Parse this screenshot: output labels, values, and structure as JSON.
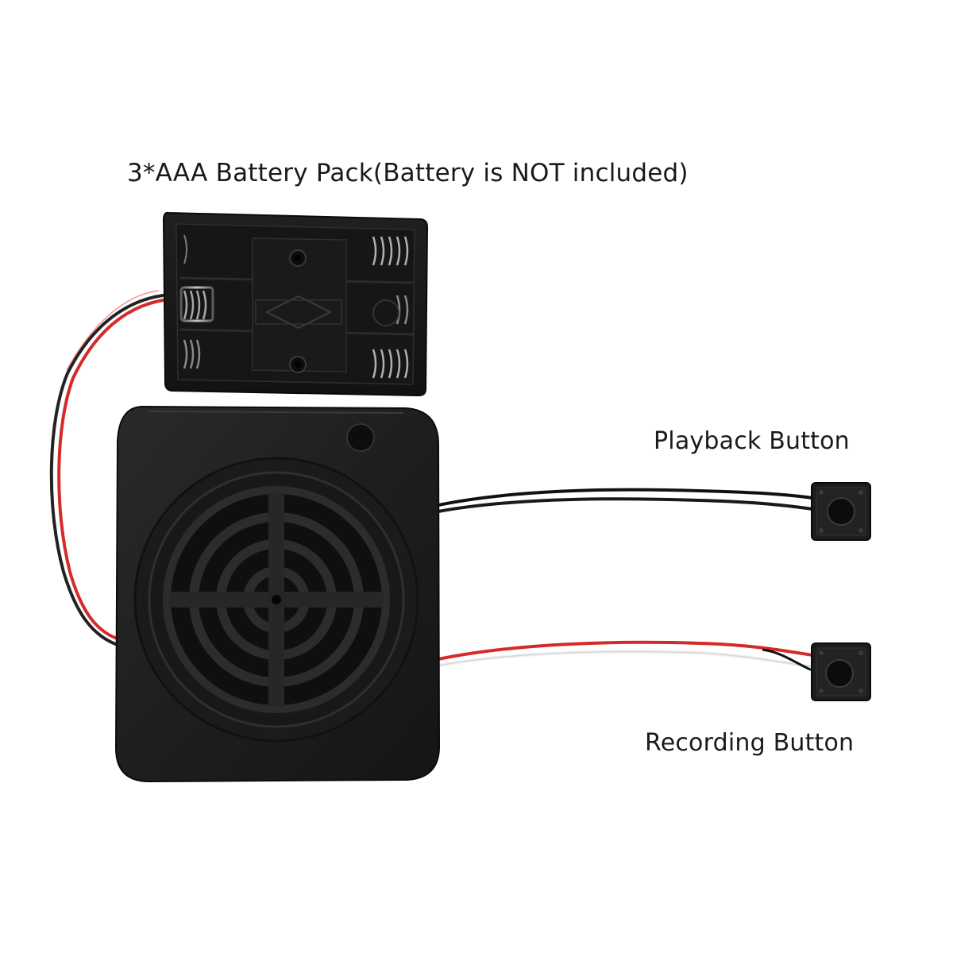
{
  "labels": {
    "battery_pack": "3*AAA Battery Pack(Battery is NOT included)",
    "playback_button": "Playback Button",
    "recording_button": "Recording Button"
  },
  "colors": {
    "background": "#ffffff",
    "plastic_black": "#1c1c1c",
    "wire_red": "#d42a2a",
    "wire_black": "#111111",
    "wire_white": "#f2f2f2",
    "spring_metal": "#9a9a9a"
  },
  "icons": {
    "speaker": "speaker-grille-icon",
    "battery": "battery-holder-icon",
    "switch": "tactile-switch-icon"
  }
}
